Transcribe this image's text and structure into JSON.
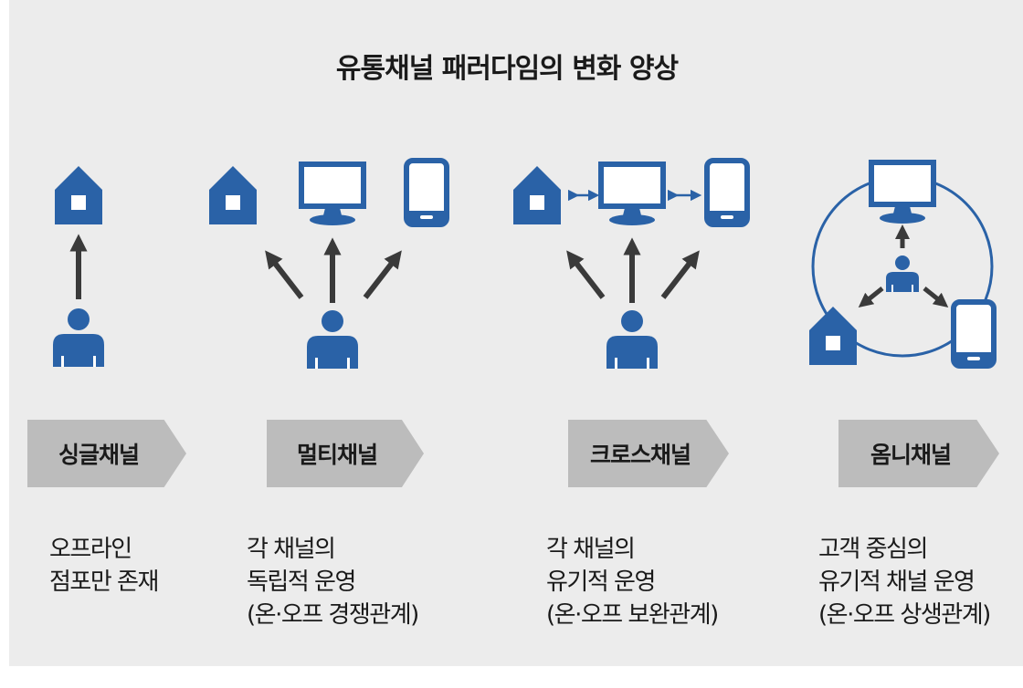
{
  "title": "유통채널 패러다임의 변화 양상",
  "colors": {
    "icon": "#2a62a7",
    "arrow": "#3a3a3a",
    "background": "#ececec",
    "tag": "#bcbcbc"
  },
  "stages": [
    {
      "label": "싱글채널",
      "description": [
        "오프라인",
        "점포만 존재"
      ]
    },
    {
      "label": "멀티채널",
      "description": [
        "각 채널의",
        "독립적 운영",
        "(온·오프 경쟁관계)"
      ]
    },
    {
      "label": "크로스채널",
      "description": [
        "각 채널의",
        "유기적 운영",
        "(온·오프 보완관계)"
      ]
    },
    {
      "label": "옴니채널",
      "description": [
        "고객 중심의",
        "유기적 채널 운영",
        "(온·오프 상생관계)"
      ]
    }
  ],
  "icons": [
    "store-icon",
    "monitor-icon",
    "smartphone-icon",
    "person-icon"
  ]
}
